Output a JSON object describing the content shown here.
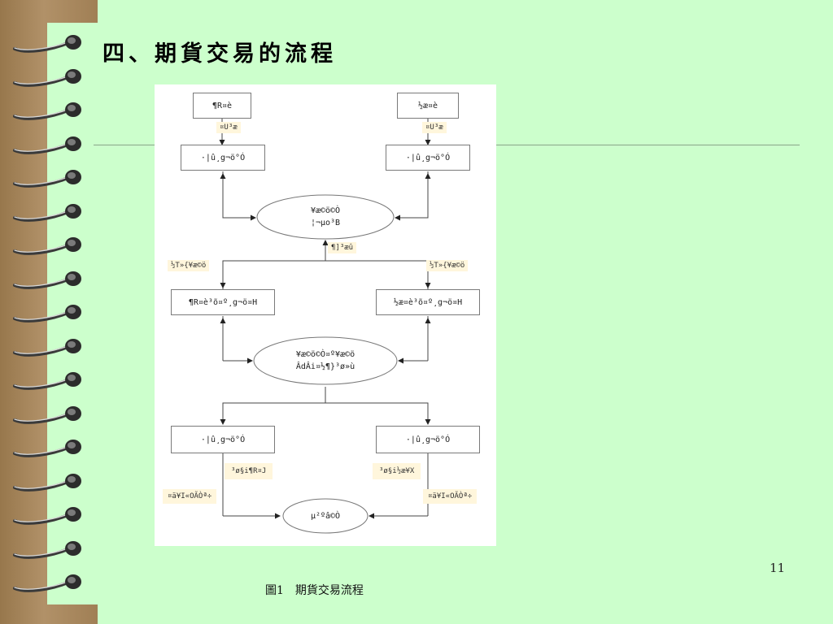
{
  "slide": {
    "title": "四、期貨交易的流程",
    "page_number": "11",
    "caption": "圖1　期貨交易流程"
  },
  "flowchart": {
    "top_left_box": "¶R¤è",
    "top_right_box": "½æ¤è",
    "top_left_tag": "¤U³æ",
    "top_right_tag": "¤U³æ",
    "broker_left_top": "·|­û¸g¬ö°Ó",
    "broker_right_top": "·|­û¸g¬ö°Ó",
    "exchange_line1": "¥æ©ö©Ò",
    "exchange_line2": "¦¬µo³B",
    "center_tag": "¶]³æ­û",
    "left_mid_tag": "½T»{¥æ©ö",
    "right_mid_tag": "½T»{¥æ©ö",
    "buyer_broker_box": "¶R¤è³õ¤º¸g¬ö¤H",
    "seller_broker_box": "½æ¤è³õ¤º¸g¬ö¤H",
    "floor_line1": "¥æ©ö©Ò¤º¥æ©ö",
    "floor_line2": "ÂdÂi¤½¶}³ø»ù",
    "broker_left_bottom": "·|­û¸g¬ö°Ó",
    "broker_right_bottom": "·|­û¸g¬ö°Ó",
    "left_report_tag": "³ø§i¶R¤J",
    "right_report_tag": "³ø§i½æ¥X",
    "left_notice_tag": "¤ä¥I«OÃÒª÷",
    "right_notice_tag": "¤ä¥I«OÃÒª÷",
    "clearing_house": "µ²ºâ©Ò"
  },
  "colors": {
    "background": "#ccffcc",
    "spine": "#a4865c",
    "tag_fill": "#fff6dc"
  }
}
